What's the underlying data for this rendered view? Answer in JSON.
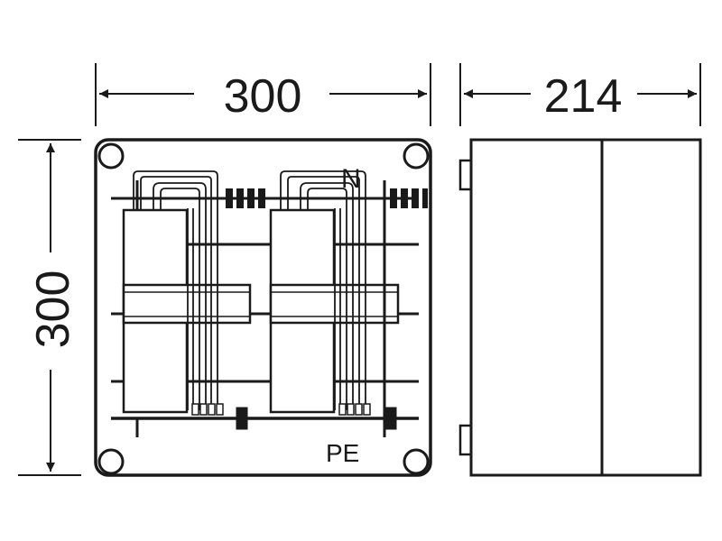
{
  "dimensions": {
    "front_width": "300",
    "side_depth": "214",
    "front_height": "300"
  },
  "labels": {
    "neutral": "N",
    "protective_earth": "PE"
  },
  "colors": {
    "line": "#1a1a1a",
    "background": "#ffffff"
  }
}
